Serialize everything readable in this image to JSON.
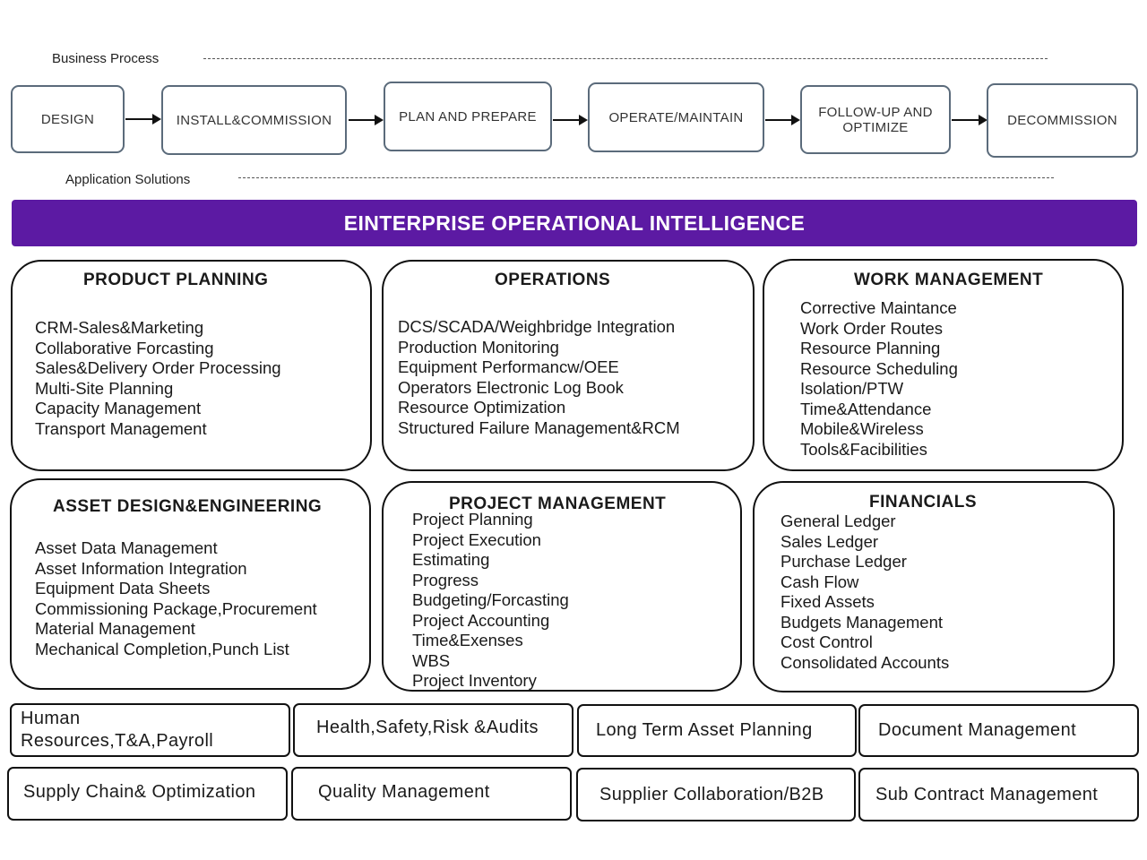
{
  "business_process": {
    "label": "Business Process",
    "steps": [
      "DESIGN",
      "INSTALL&COMMISSION",
      "PLAN AND PREPARE",
      "OPERATE/MAINTAIN",
      "FOLLOW-UP AND OPTIMIZE",
      "DECOMMISSION"
    ]
  },
  "application_solutions": {
    "label": "Application Solutions"
  },
  "banner": {
    "title": "EINTERPRISE OPERATIONAL INTELLIGENCE"
  },
  "modules": {
    "product_planning": {
      "title": "PRODUCT PLANNING",
      "items": [
        "CRM-Sales&Marketing",
        "Collaborative Forcasting",
        "Sales&Delivery Order Processing",
        "Multi-Site Planning",
        "Capacity Management",
        "Transport Management"
      ]
    },
    "operations": {
      "title": "OPERATIONS",
      "items": [
        "DCS/SCADA/Weighbridge Integration",
        "Production Monitoring",
        "Equipment Performancw/OEE",
        "Operators Electronic Log Book",
        "Resource Optimization",
        "Structured Failure Management&RCM"
      ]
    },
    "work_management": {
      "title": "WORK MANAGEMENT",
      "items": [
        "Corrective Maintance",
        "Work Order Routes",
        "Resource Planning",
        "Resource Scheduling",
        "Isolation/PTW",
        "Time&Attendance",
        "Mobile&Wireless",
        "Tools&Facibilities"
      ]
    },
    "asset_design": {
      "title": "ASSET DESIGN&ENGINEERING",
      "items": [
        "Asset Data Management",
        "Asset Information Integration",
        "Equipment Data Sheets",
        "Commissioning Package,Procurement",
        "Material Management",
        "Mechanical Completion,Punch List"
      ]
    },
    "project_management": {
      "title": "PROJECT MANAGEMENT",
      "items": [
        "Project Planning",
        "Project Execution",
        "Estimating",
        "Progress",
        "Budgeting/Forcasting",
        "Project Accounting",
        "Time&Exenses",
        "WBS",
        "Project Inventory"
      ]
    },
    "financials": {
      "title": "FINANCIALS",
      "items": [
        "General Ledger",
        "Sales Ledger",
        "Purchase Ledger",
        "Cash Flow",
        "Fixed Assets",
        "Budgets Management",
        "Cost Control",
        "Consolidated Accounts"
      ]
    }
  },
  "tiles": {
    "row1": [
      "Human Resources,T&A,Payroll",
      "Health,Safety,Risk  &Audits",
      "Long Term Asset Planning",
      "Document Management"
    ],
    "row2": [
      "Supply Chain& Optimization",
      "Quality Management",
      "Supplier Collaboration/B2B",
      "Sub Contract Management"
    ]
  }
}
